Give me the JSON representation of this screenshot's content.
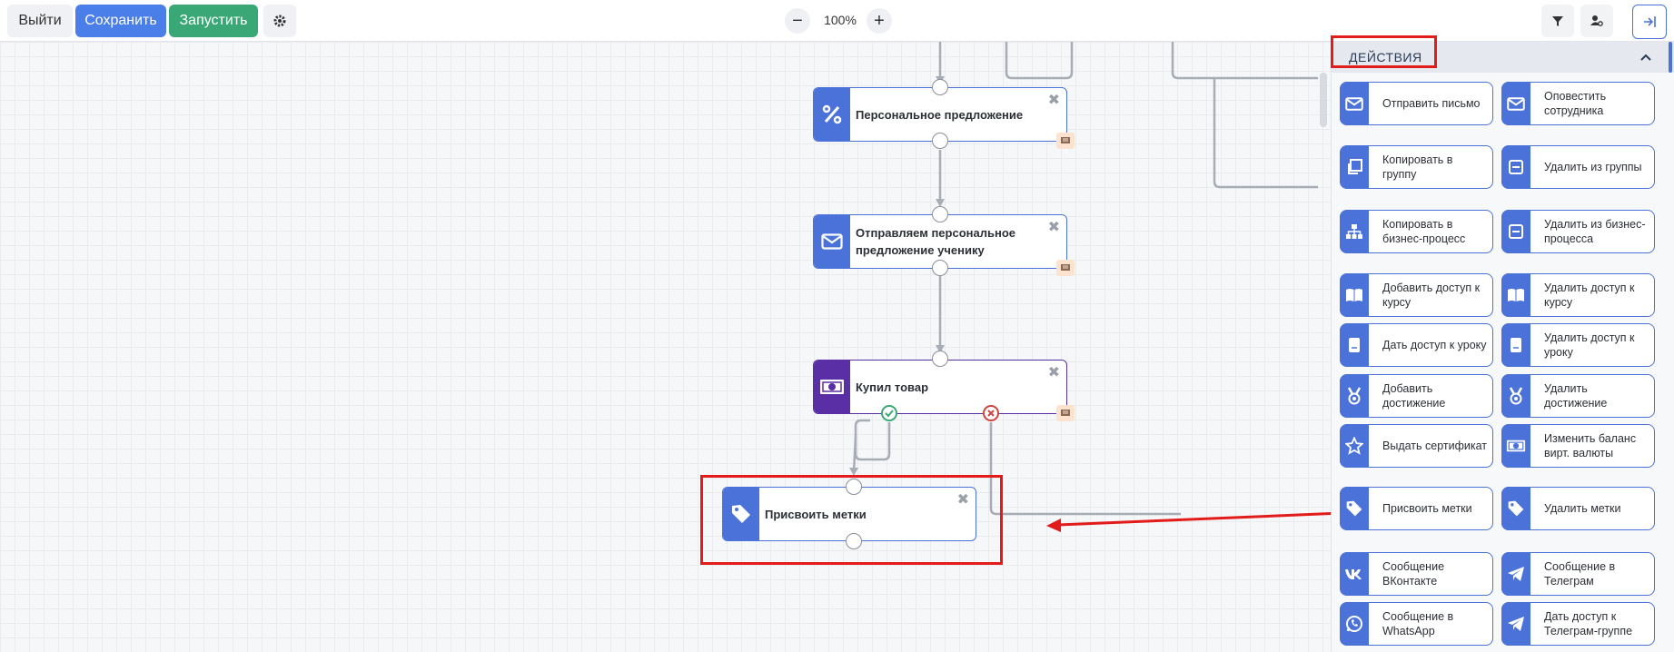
{
  "toolbar": {
    "exit_label": "Выйти",
    "save_label": "Сохранить",
    "run_label": "Запустить",
    "zoom_minus": "−",
    "zoom_value": "100%",
    "zoom_plus": "+"
  },
  "nodes": [
    {
      "label": "Персональное предложение",
      "icon": "percent-icon",
      "color": "#4a72d8"
    },
    {
      "label": "Отправляем персональное предложение ученику",
      "icon": "envelope-icon",
      "color": "#4a72d8"
    },
    {
      "label": "Купил товар",
      "icon": "money-icon",
      "color": "#5a2fa6"
    },
    {
      "label": "Присвоить метки",
      "icon": "tag-icon",
      "color": "#4a72d8"
    }
  ],
  "panel": {
    "title": "ДЕЙСТВИЯ",
    "actions": [
      {
        "label": "Отправить письмо",
        "icon": "envelope-icon"
      },
      {
        "label": "Оповестить сотрудника",
        "icon": "envelope-icon"
      },
      {
        "label": "Копировать в группу",
        "icon": "copy-icon"
      },
      {
        "label": "Удалить из группы",
        "icon": "minus-box-icon"
      },
      {
        "label": "Копировать в бизнес-процесс",
        "icon": "sitemap-icon"
      },
      {
        "label": "Удалить из бизнес-процесса",
        "icon": "minus-box-icon"
      },
      {
        "label": "Добавить доступ к курсу",
        "icon": "book-icon"
      },
      {
        "label": "Удалить доступ к курсу",
        "icon": "book-icon"
      },
      {
        "label": "Дать доступ к уроку",
        "icon": "lesson-icon"
      },
      {
        "label": "Удалить доступ к уроку",
        "icon": "lesson-icon"
      },
      {
        "label": "Добавить достижение",
        "icon": "medal-icon"
      },
      {
        "label": "Удалить достижение",
        "icon": "medal-icon"
      },
      {
        "label": "Выдать сертификат",
        "icon": "star-icon"
      },
      {
        "label": "Изменить баланс вирт. валюты",
        "icon": "money-icon"
      },
      {
        "label": "Присвоить метки",
        "icon": "tag-icon"
      },
      {
        "label": "Удалить метки",
        "icon": "tag-icon"
      },
      {
        "label": "Сообщение ВКонтакте",
        "icon": "vk-icon"
      },
      {
        "label": "Сообщение в Телеграм",
        "icon": "telegram-icon"
      },
      {
        "label": "Сообщение в WhatsApp",
        "icon": "whatsapp-icon"
      },
      {
        "label": "Дать доступ к Телеграм-группе",
        "icon": "telegram-icon"
      }
    ]
  },
  "colors": {
    "accent": "#4a7ee8",
    "green": "#3aa776",
    "highlight": "#e21b1b",
    "purchase": "#5a2fa6"
  }
}
